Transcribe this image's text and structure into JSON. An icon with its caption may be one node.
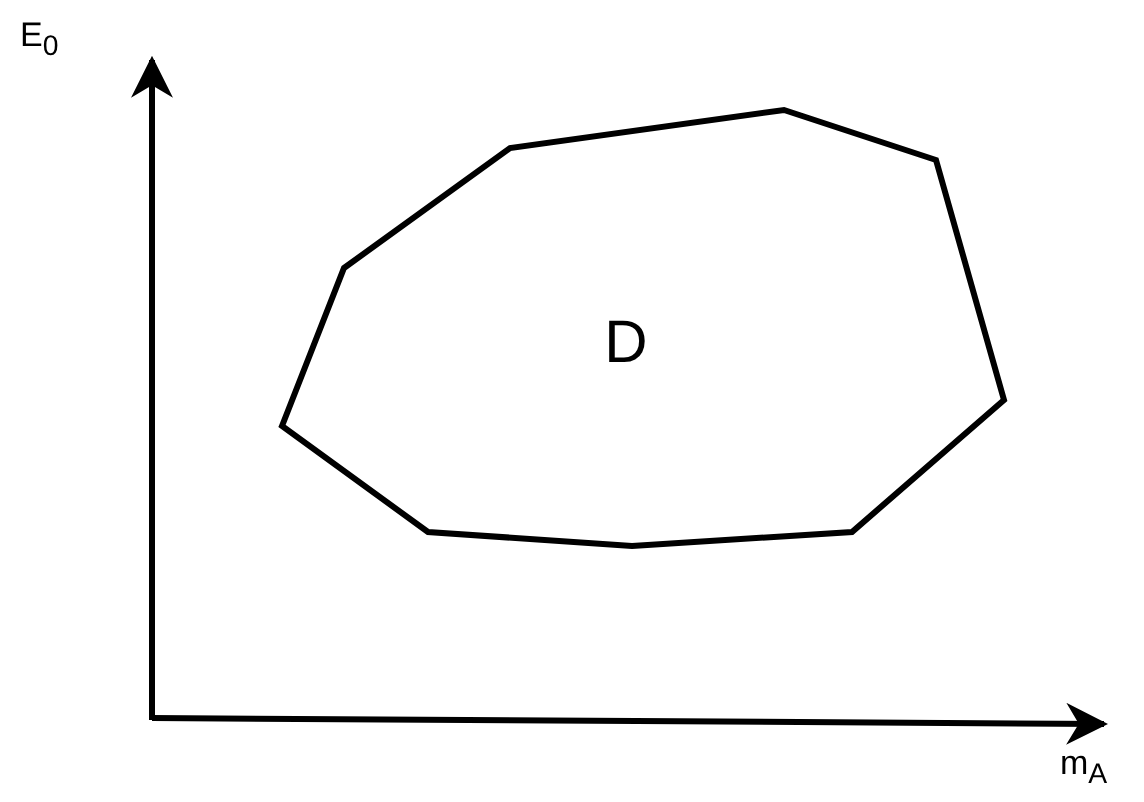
{
  "diagram": {
    "nodes": [
      {
        "text": [
          "D"
        ]
      }
    ],
    "labels": [
      "E$_{0}$",
      "m$_{A}$"
    ]
  }
}
